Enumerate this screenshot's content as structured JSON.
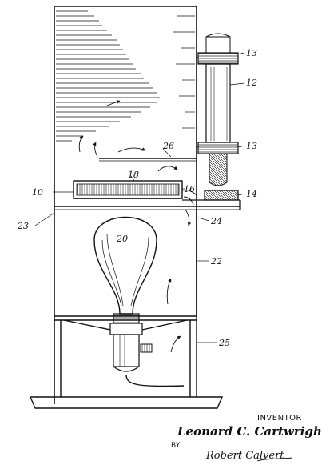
{
  "figure": {
    "reference_numerals": {
      "n13_upper": "13",
      "n12": "12",
      "n13_lower": "13",
      "n26": "26",
      "n18": "18",
      "n16": "16",
      "n10": "10",
      "n14": "14",
      "n23": "23",
      "n24": "24",
      "n20": "20",
      "n22": "22",
      "n25": "25"
    }
  },
  "caption": {
    "inventor_heading": "INVENTOR",
    "inventor_name": "Leonard C. Cartwright",
    "by_label": "BY",
    "attorney_signature": "Robert Calvert"
  },
  "colors": {
    "ink": "#111111",
    "paper": "#ffffff"
  }
}
